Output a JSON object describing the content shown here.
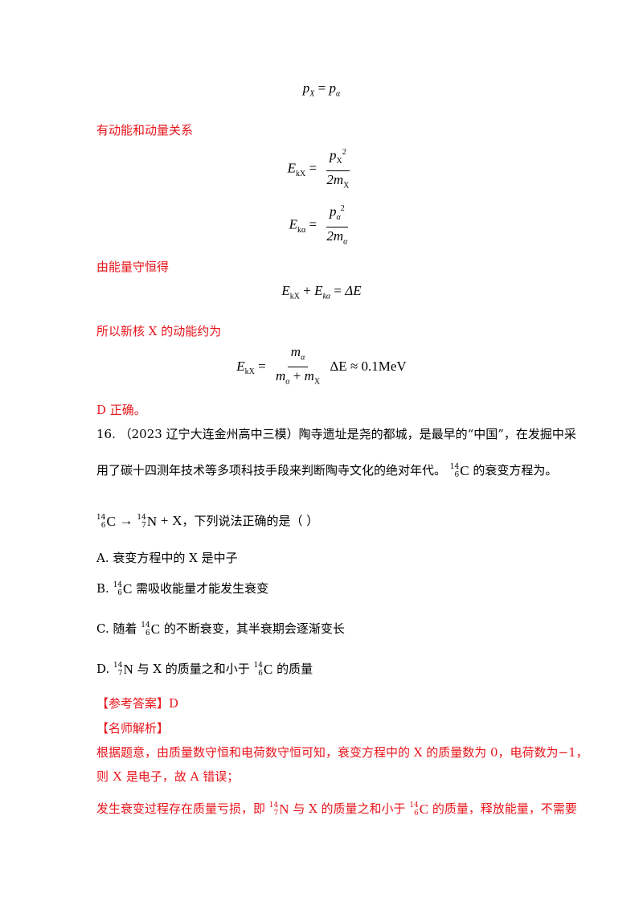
{
  "doc": {
    "eq_momentum": {
      "lhs": "p",
      "lhs_sub": "X",
      "op": "=",
      "rhs": "p",
      "rhs_sub": "α"
    },
    "text_relation": "有动能和动量关系",
    "eq_ekx": {
      "lhs": "E",
      "lhs_sub": "kX",
      "op": "=",
      "num": "p",
      "num_sub": "X",
      "num_sup": "2",
      "den": "2m",
      "den_sub": "X"
    },
    "eq_eka": {
      "lhs": "E",
      "lhs_sub": "kα",
      "op": "=",
      "num": "p",
      "num_sub": "α",
      "num_sup": "2",
      "den": "2m",
      "den_sub": "α"
    },
    "text_energy": "由能量守恒得",
    "eq_energy": {
      "a": "E",
      "a_sub": "kX",
      "plus": "+",
      "b": "E",
      "b_sub": "kα",
      "op": "=",
      "rhs": "ΔE"
    },
    "text_so": "所以新核 X 的动能约为",
    "eq_final": {
      "lhs": "E",
      "lhs_sub": "kX",
      "op": "=",
      "num": "m",
      "num_sub": "α",
      "den_a": "m",
      "den_a_sub": "α",
      "den_plus": "+",
      "den_b": "m",
      "den_b_sub": "X",
      "tail": "ΔE ≈ 0.1MeV"
    },
    "text_d_correct": "D 正确。",
    "q16_line1": "16.  （2023 辽宁大连金州高中三模）陶寺遗址是尧的都城，是最早的“中国”，在发掘中采",
    "q16_line2a": "用了碳十四测年技术等多项科技手段来判断陶寺文化的绝对年代。",
    "q16_line2b": "的衰变方程为。",
    "q16_line3_tail": "，下列说法正确的是（        ）",
    "nuclide_c": {
      "mass": "14",
      "atomic": "6",
      "symbol": "C"
    },
    "nuclide_n": {
      "mass": "14",
      "atomic": "7",
      "symbol": "N"
    },
    "reaction_arrow": "→",
    "reaction_plus": "+",
    "reaction_x": "X",
    "opt_a": "A.  衰变方程中的 X 是中子",
    "opt_b_label": "B.",
    "opt_b_text": "需吸收能量才能发生衰变",
    "opt_c_label": "C.  随着",
    "opt_c_text": "的不断衰变，其半衰期会逐渐变长",
    "opt_d_label": "D.",
    "opt_d_mid": "与 X 的质量之和小于",
    "opt_d_text": "的质量",
    "answer": "【参考答案】D",
    "analysis_title": "【名师解析】",
    "analysis_l1": "根据题意，由质量数守恒和电荷数守恒可知，衰变方程中的 X 的质量数为 0，电荷数为",
    "analysis_l1_val": "−1",
    "analysis_l1_end": "，",
    "analysis_l2a": "则",
    "analysis_l2_x": "X",
    "analysis_l2b": "是电子，故 A 错误；",
    "analysis_l3a": "发生衰变过程存在质量亏损，即",
    "analysis_l3b": "与 X 的质量之和小于",
    "analysis_l3c": "的质量，释放能量，不需要"
  }
}
